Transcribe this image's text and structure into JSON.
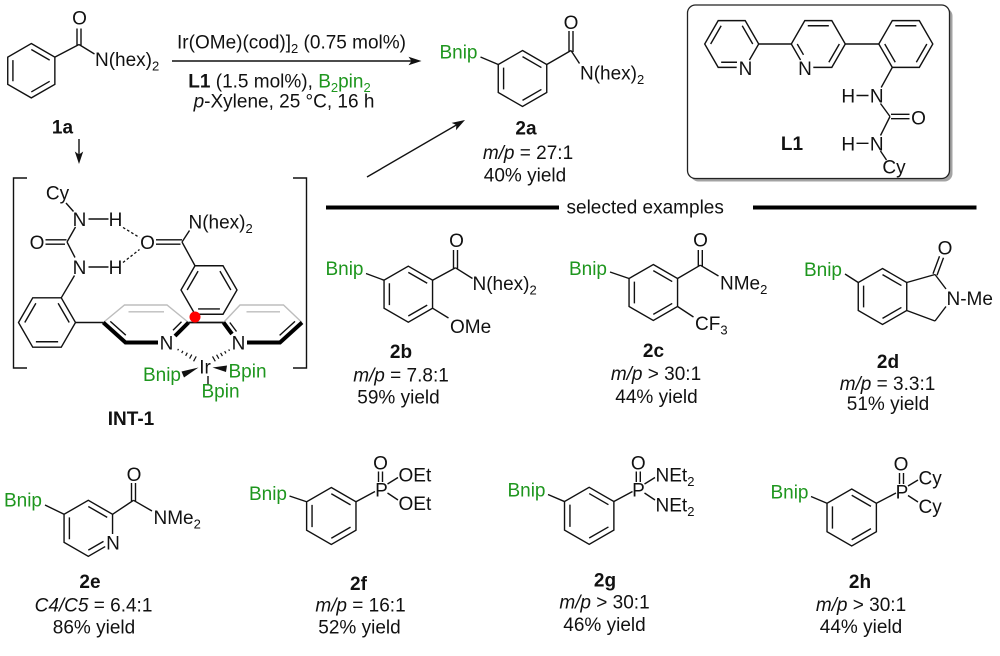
{
  "scheme": {
    "colors": {
      "boryl_green": "#1e961e",
      "marker_red": "#ff0000"
    }
  },
  "substrate": {
    "id": "1a",
    "carbonyl_o": "O",
    "amide_n": "N(hex)",
    "amide_n_sub": "2"
  },
  "conditions": {
    "catalyst": "Ir(OMe)(cod)]",
    "catalyst_sub": "2",
    "catalyst_loading": " (0.75 mol%)",
    "ligand": "L1",
    "ligand_loading": " (1.5 mol%), ",
    "boron_b": "B",
    "boron_sub1": "2",
    "boron_pin": "pin",
    "boron_sub2": "2",
    "solvent_italic": "p",
    "solvent_rest": "-Xylene, 25 °C, 16 h"
  },
  "product": {
    "id": "2a",
    "boryl": "Bnip",
    "carbonyl_o": "O",
    "amide_n": "N(hex)",
    "amide_n_sub": "2",
    "ratio_label": "m/p",
    "ratio_value": " = 27:1",
    "yield": "40% yield"
  },
  "ligand_box": {
    "label": "L1",
    "pyridine_n_1": "N",
    "pyridine_n_2": "N",
    "urea_h_1": "H",
    "urea_n_1": "N",
    "urea_o": "O",
    "urea_h_2": "H",
    "urea_n_2": "N",
    "urea_r": "Cy"
  },
  "intermediate": {
    "label": "INT-1",
    "urea_r": "Cy",
    "urea_n_1": "N",
    "urea_h_1": "H",
    "urea_o": "O",
    "urea_n_2": "N",
    "urea_h_2": "H",
    "amide_o": "O",
    "amide_n": "N(hex)",
    "amide_n_sub": "2",
    "bipy_n_left": "N",
    "bipy_n_right": "N",
    "metal": "Ir",
    "ligand_bnip": "Bnip",
    "ligand_bpin_right": "Bpin",
    "ligand_bpin_bottom": "Bpin"
  },
  "scope": {
    "header": "selected examples",
    "examples": [
      {
        "id": "2b",
        "boryl": "Bnip",
        "groups": {
          "carbonyl_o": "O",
          "amide_n": "N(hex)",
          "amide_n_sub": "2",
          "ortho": "OMe"
        },
        "ratio_label": "m/p",
        "ratio_value": " = 7.8:1",
        "yield": "59% yield"
      },
      {
        "id": "2c",
        "boryl": "Bnip",
        "groups": {
          "carbonyl_o": "O",
          "amide_n": "NMe",
          "amide_n_sub": "2",
          "ortho": "CF",
          "ortho_sub": "3"
        },
        "ratio_label": "m/p",
        "ratio_value": " > 30:1",
        "yield": "44% yield"
      },
      {
        "id": "2d",
        "boryl": "Bnip",
        "groups": {
          "carbonyl_o": "O",
          "lactam_n": "N-Me"
        },
        "ratio_label": "m/p",
        "ratio_value": " = 3.3:1",
        "yield": "51% yield"
      },
      {
        "id": "2e",
        "boryl": "Bnip",
        "groups": {
          "carbonyl_o": "O",
          "amide_n": "NMe",
          "amide_n_sub": "2",
          "ring_n": "N"
        },
        "ratio_label": "C4/C5",
        "ratio_value": " = 6.4:1",
        "yield": "86% yield"
      },
      {
        "id": "2f",
        "boryl": "Bnip",
        "groups": {
          "p": "P",
          "p_o": "O",
          "sub_1": "OEt",
          "sub_2": "OEt"
        },
        "ratio_label": "m/p",
        "ratio_value": " = 16:1",
        "yield": "52% yield"
      },
      {
        "id": "2g",
        "boryl": "Bnip",
        "groups": {
          "p": "P",
          "p_o": "O",
          "sub_1": "NEt",
          "sub_1_sub": "2",
          "sub_2": "NEt",
          "sub_2_sub": "2"
        },
        "ratio_label": "m/p",
        "ratio_value": " > 30:1",
        "yield": "46% yield"
      },
      {
        "id": "2h",
        "boryl": "Bnip",
        "groups": {
          "p": "P",
          "p_o": "O",
          "sub_1": "Cy",
          "sub_2": "Cy"
        },
        "ratio_label": "m/p",
        "ratio_value": " > 30:1",
        "yield": "44% yield"
      }
    ]
  }
}
